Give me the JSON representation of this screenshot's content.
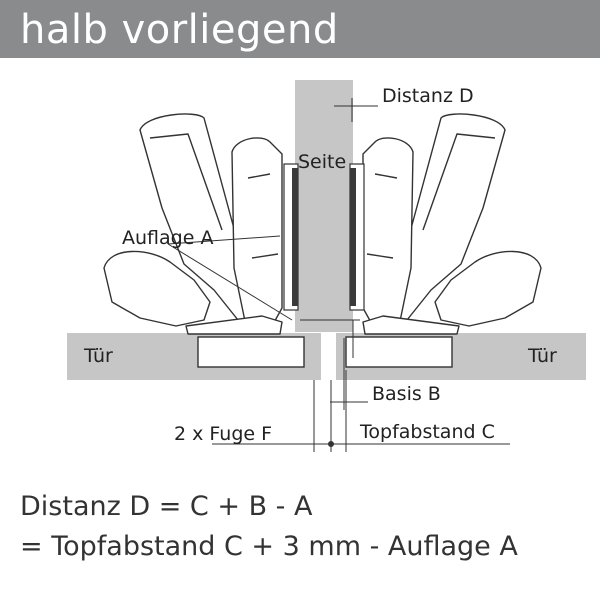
{
  "header": {
    "title": "halb vorliegend"
  },
  "labels": {
    "seite": "Seite",
    "distanz_d": "Distanz D",
    "auflage_a": "Auflage A",
    "tuer_left": "Tür",
    "tuer_right": "Tür",
    "basis_b": "Basis B",
    "fuge_f": "2 x Fuge F",
    "topfabstand_c": "Topfabstand C"
  },
  "formula": {
    "line1": "Distanz D = C + B - A",
    "line2": "= Topfabstand C + 3 mm - Auflage A"
  },
  "colors": {
    "header_bg": "#8a8b8c",
    "panel_grey": "#c6c6c6",
    "outline": "#333333",
    "plate_dark": "#3a3a3a"
  }
}
